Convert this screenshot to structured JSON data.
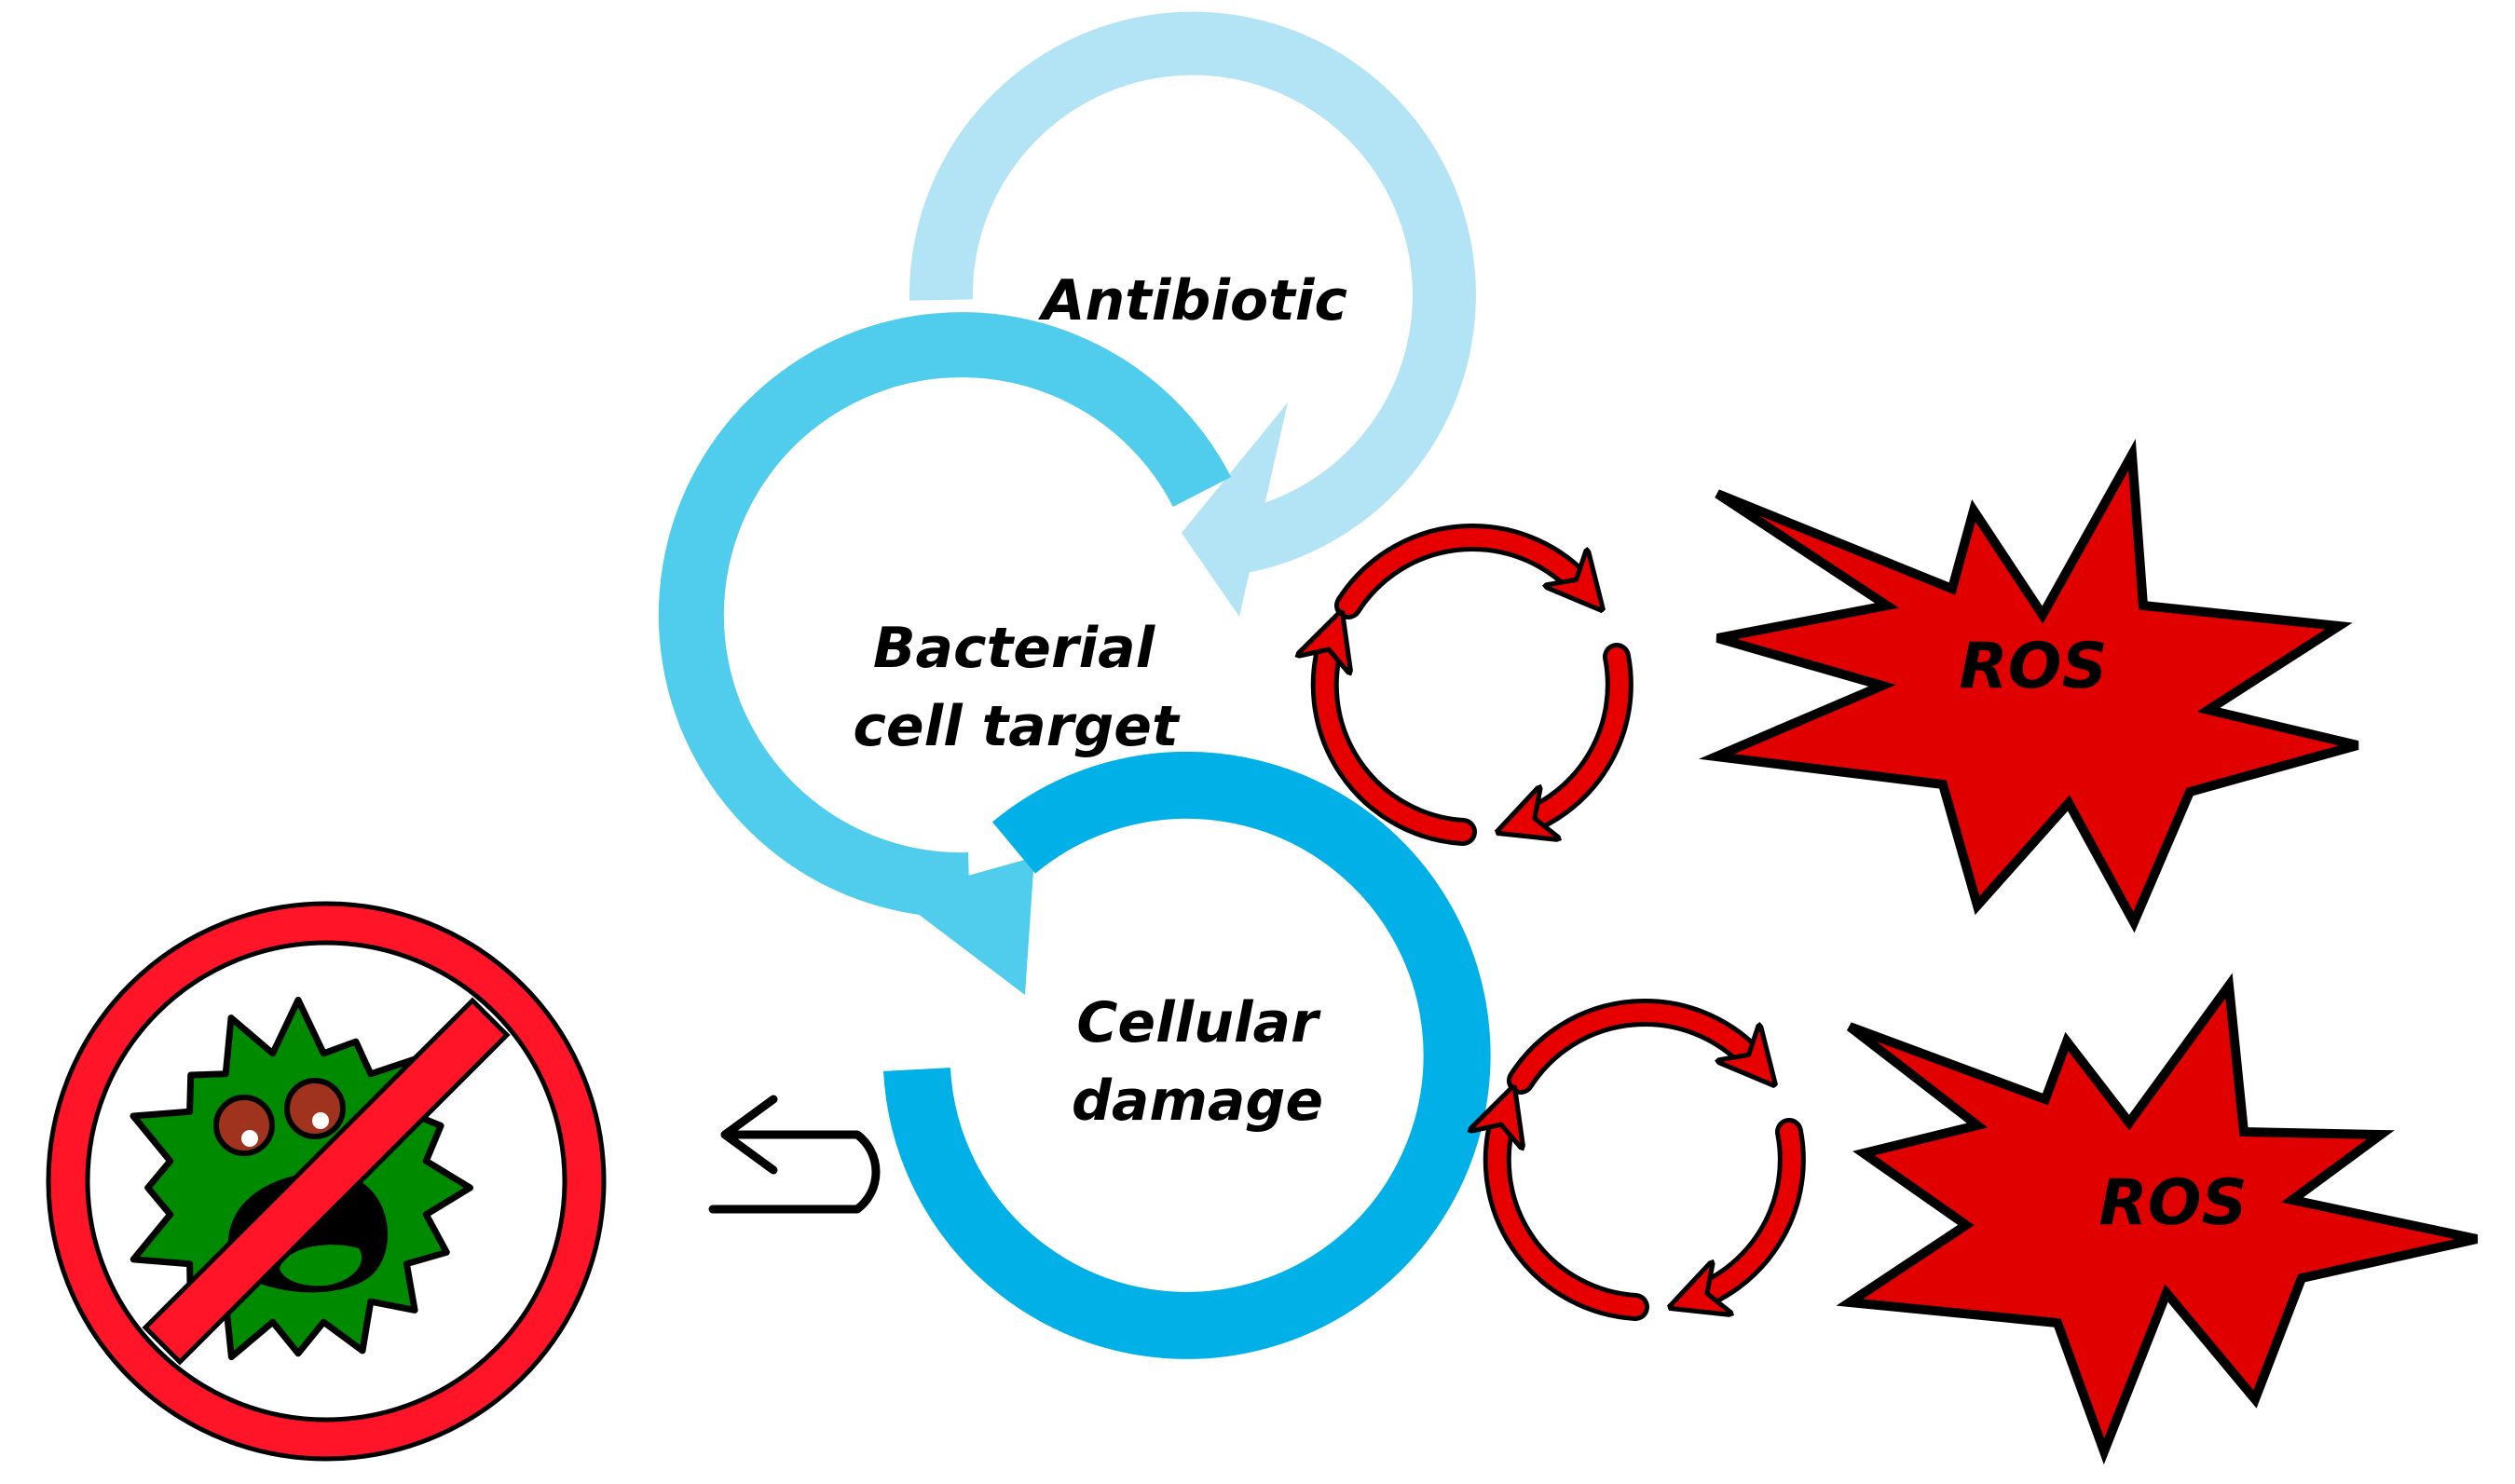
{
  "labels": {
    "antibiotic": "Antibiotic",
    "target_line1": "Bacterial",
    "target_line2": "cell target",
    "damage_line1": "Cellular",
    "damage_line2": "damage",
    "ros_top": "ROS",
    "ros_bottom": "ROS"
  },
  "colors": {
    "ring_light": "#b3e4f5",
    "ring_mid": "#50cced",
    "ring_dark": "#00b0e6",
    "cycle_red": "#e60000",
    "star_red": "#e00000",
    "no_sign_red": "#ff1428",
    "bacterium_green": "#008a00",
    "eye_brown": "#a0331e",
    "outline": "#000000"
  },
  "icons": {
    "no_sign": "prohibited-bacterium-icon",
    "return_arrow": "return-arrow-icon",
    "cycle": "redox-cycle-icon",
    "burst": "explosion-burst-icon"
  }
}
